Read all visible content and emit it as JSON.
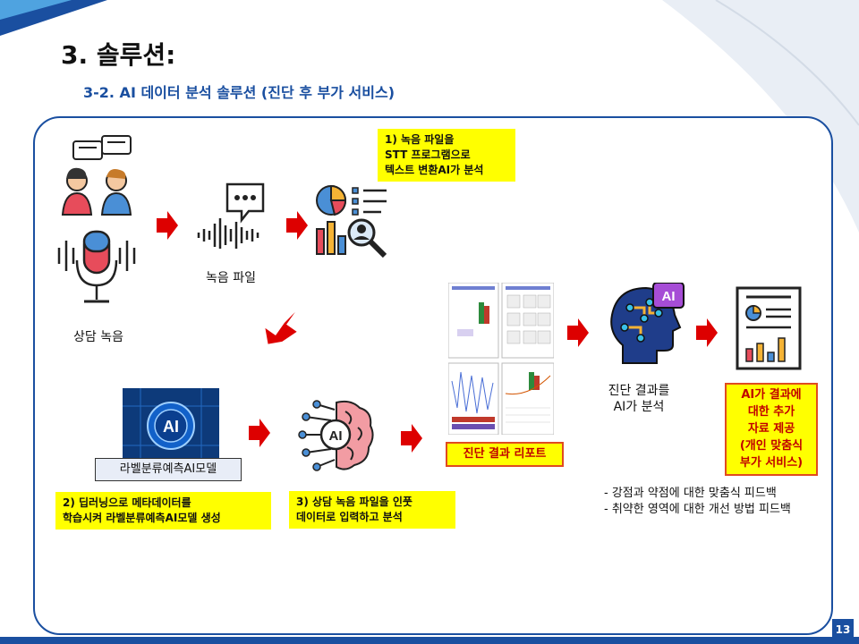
{
  "slide": {
    "title": "3. 솔루션:",
    "subtitle": "3-2. AI 데이터 분석 솔루션 (진단 후 부가 서비스)",
    "page_number": "13"
  },
  "nodes": {
    "counseling_recording": "상담 녹음",
    "audio_file": "녹음 파일",
    "diagnosis_analysis": "진단 결과를\nAI가 분석",
    "ai_model_label": "라벨분류예측AI모델",
    "diagnosis_report": "진단 결과 리포트",
    "additional_service": "AI가 결과에\n대한 추가\n자료 제공\n(개인 맞춤식\n부가 서비스)"
  },
  "notes": {
    "note1": "1) 녹음 파일을\nSTT 프로그램으로\n텍스트 변환AI가 분석",
    "note2": "2) 딥러닝으로 메타데이터를\n학습시켜 라벨분류예측AI모델  생성",
    "note3": "3) 상담 녹음 파일을 인풋\n데이터로 입력하고 분석"
  },
  "bullets": [
    "- 강점과 약점에 대한 맞춤식 피드백",
    "- 취약한 영역에 대한 개선 방법 피드백"
  ],
  "icons": {
    "people_chat": "people-chat-icon",
    "microphone": "microphone-icon",
    "waveform": "audio-waveform-icon",
    "analytics": "data-analytics-icon",
    "ai_head": "ai-head-icon",
    "ai_brain": "ai-brain-icon",
    "ai_chip": "ai-chip-image",
    "report": "report-document-icon"
  },
  "colors": {
    "accent_blue": "#1a4fa0",
    "arrow_red": "#dd0000",
    "note_yellow": "#ffff00",
    "highlight_red": "#c00000"
  }
}
